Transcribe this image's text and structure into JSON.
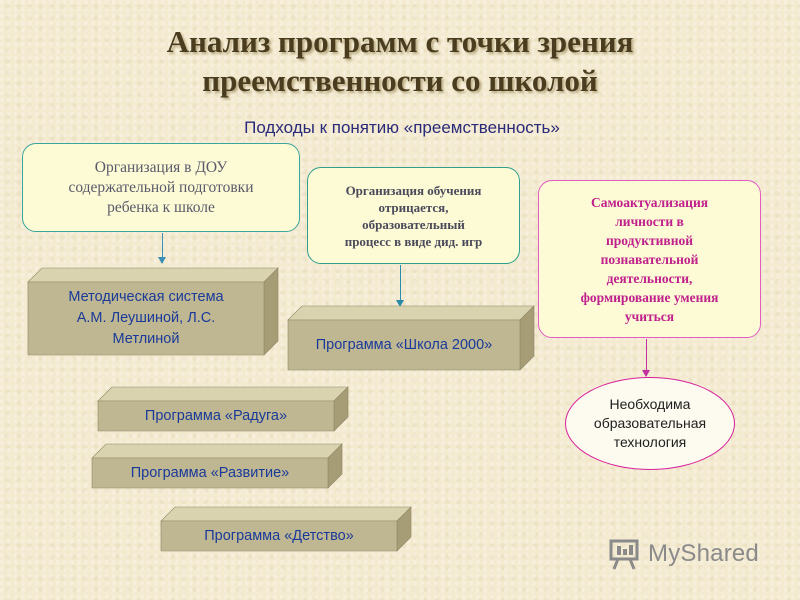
{
  "title": {
    "line1": "Анализ программ с точки зрения",
    "line2": "преемственности со школой"
  },
  "subtitle": "Подходы к понятию «преемственность»",
  "approaches": [
    {
      "lines": [
        "Организация в ДОУ",
        "содержательной подготовки",
        "ребенка к школе"
      ]
    },
    {
      "lines": [
        "Организация обучения",
        "отрицается,",
        "образовательный",
        "процесс в виде дид. игр"
      ]
    },
    {
      "lines": [
        "Самоактуализация",
        "личности в",
        "продуктивной",
        "познавательной",
        "деятельности,",
        "формирование умения",
        "учиться"
      ]
    }
  ],
  "programs": [
    {
      "lines": [
        "Методическая система",
        "А.М. Леушиной, Л.С.",
        "Метлиной"
      ]
    },
    {
      "lines": [
        "Программа «Школа 2000»"
      ]
    },
    {
      "lines": [
        "Программа «Радуга»"
      ]
    },
    {
      "lines": [
        "Программа «Развитие»"
      ]
    },
    {
      "lines": [
        "Программа «Детство»"
      ]
    }
  ],
  "technology": {
    "lines": [
      "Необходима",
      "образовательная",
      "технология"
    ]
  },
  "watermark": {
    "text": "MyShared",
    "icon": "presentation-board-icon"
  },
  "colors": {
    "background": "#f3ead0",
    "block_face": "#bfb791",
    "block_top": "#d9d3b0",
    "block_side": "#a69d76",
    "program_text": "#1a3a9a",
    "accent_teal": "#3aa59a",
    "accent_magenta": "#e25cc2"
  }
}
